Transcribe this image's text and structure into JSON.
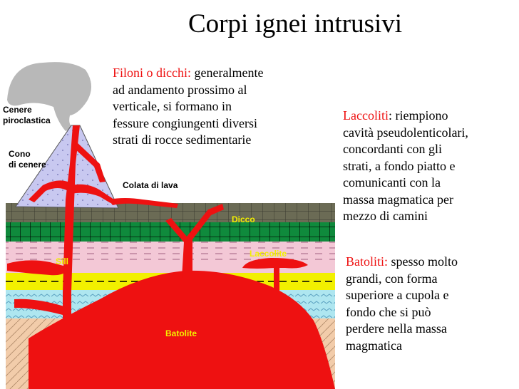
{
  "title": "Corpi ignei intrusivi",
  "filoni": {
    "term": "Filoni o dicchi:",
    "lines": [
      "generalmente",
      "ad andamento prossimo al",
      "verticale, si formano in",
      "fessure congiungenti diversi",
      "strati di rocce sedimentarie"
    ]
  },
  "laccoliti": {
    "term": "Laccoliti",
    "lines": [
      ": riempiono",
      "cavità pseudolenticolari,",
      "concordanti con gli",
      "strati, a fondo piatto e",
      "comunicanti con la",
      "massa magmatica per",
      "mezzo di camini"
    ]
  },
  "batoliti": {
    "term": "Batoliti:",
    "lines": [
      "spesso molto",
      "grandi, con forma",
      "superiore a cupola e",
      "fondo che si può",
      "perdere nella massa",
      "magmatica"
    ]
  },
  "diagram_labels": {
    "cenere": [
      "Cenere",
      "piroclastica"
    ],
    "cono": [
      "Cono",
      "di cenere"
    ],
    "colata": "Colata di lava",
    "dicco": "Dicco",
    "laccolite": "Laccolite",
    "sill": "Sill",
    "batolite": "Batolite"
  },
  "colors": {
    "magma": "#ee1111",
    "sediment_green": "#0f8a3c",
    "sediment_pink": "#f3c8d6",
    "sediment_yellow": "#f2f000",
    "sediment_blue": "#aee6f0",
    "sediment_tan": "#f2ccaa",
    "cone": "#c8c8f0",
    "ash": "#b8b8b8"
  }
}
